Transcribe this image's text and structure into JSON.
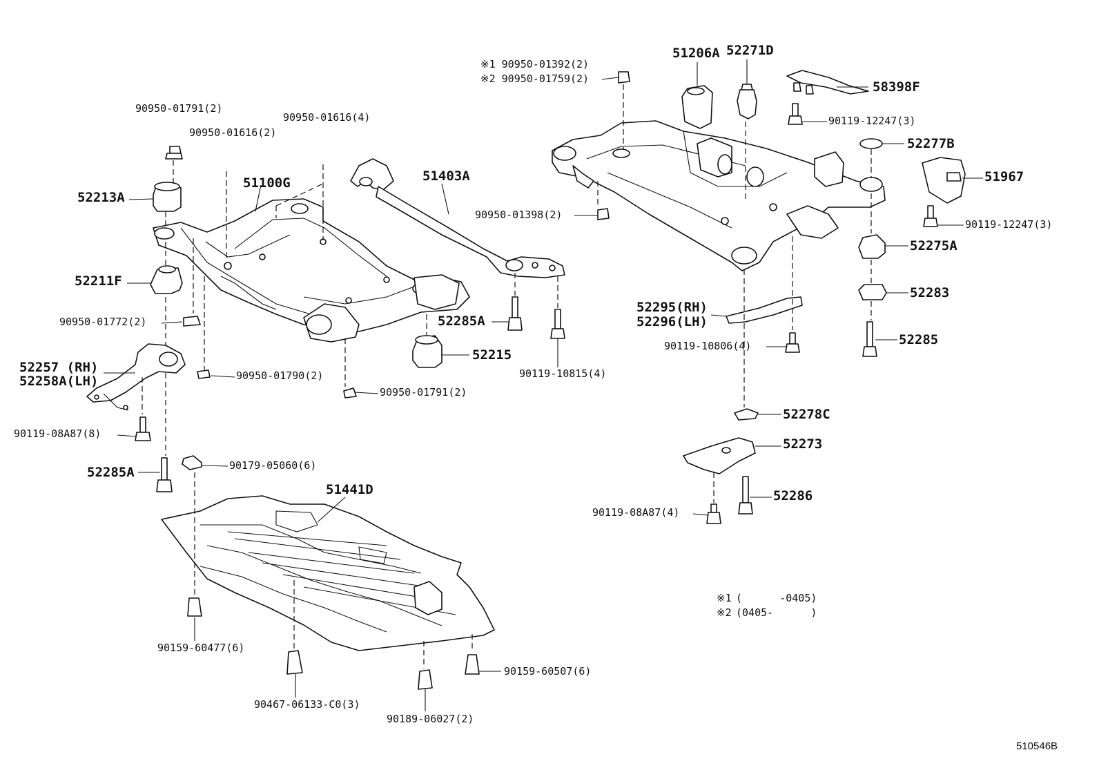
{
  "diagram_code": "510546B",
  "legend": [
    {
      "mark": "※1",
      "range": "(      -0405)"
    },
    {
      "mark": "※2",
      "range": "(0405-      )"
    }
  ],
  "labels": {
    "p90950_01791_top": "90950-01791(2)",
    "p90950_01616_2": "90950-01616(2)",
    "p90950_01616_4": "90950-01616(4)",
    "p52213A": "52213A",
    "p51100G": "51100G",
    "p51403A": "51403A",
    "p52211F": "52211F",
    "p90950_01772": "90950-01772(2)",
    "p52257": "52257 (RH)",
    "p52258A": "52258A(LH)",
    "p90950_01790": "90950-01790(2)",
    "p90950_01791_bottom": "90950-01791(2)",
    "p52285A_mid": "52285A",
    "p52215": "52215",
    "p90119_10815": "90119-10815(4)",
    "p90119_08A87_8": "90119-08A87(8)",
    "p52285A_left": "52285A",
    "p90179_05060": "90179-05060(6)",
    "p51441D": "51441D",
    "p90159_60477": "90159-60477(6)",
    "p90467_06133": "90467-06133-C0(3)",
    "p90189_06027": "90189-06027(2)",
    "p90159_60507": "90159-60507(6)",
    "p90950_01392": "※1 90950-01392(2)",
    "p90950_01759": "※2 90950-01759(2)",
    "p51206A": "51206A",
    "p52271D": "52271D",
    "p58398F": "58398F",
    "p90119_12247_top": "90119-12247(3)",
    "p52277B": "52277B",
    "p51967": "51967",
    "p90119_12247_mid": "90119-12247(3)",
    "p90950_01398": "90950-01398(2)",
    "p52275A": "52275A",
    "p52283": "52283",
    "p52295": "52295(RH)",
    "p52296": "52296(LH)",
    "p52285": "52285",
    "p90119_10806": "90119-10806(4)",
    "p52278C": "52278C",
    "p52273": "52273",
    "p52286": "52286",
    "p90119_08A87_4": "90119-08A87(4)"
  }
}
